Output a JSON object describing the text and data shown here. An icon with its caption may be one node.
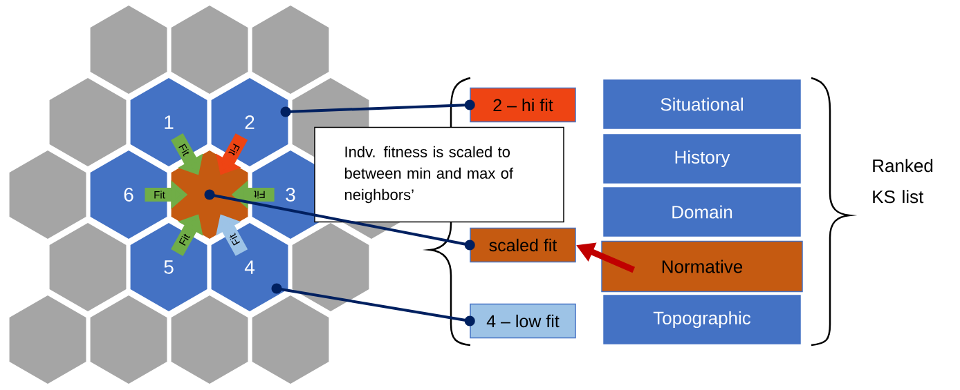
{
  "diagram": {
    "nodes": [
      {
        "text": [],
        "shape": "hexagon"
      },
      {
        "text": [],
        "shape": "hexagon"
      },
      {
        "text": [],
        "shape": "hexagon"
      },
      {
        "text": [],
        "shape": "hexagon"
      },
      {
        "text": [
          "1"
        ]
      },
      {
        "text": [
          "2"
        ]
      },
      {
        "text": [],
        "shape": "hexagon"
      },
      {
        "text": [],
        "shape": "hexagon"
      },
      {
        "text": [
          "6"
        ]
      },
      {
        "text": [],
        "shape": "hexagon"
      },
      {
        "text": [
          "3"
        ]
      },
      {
        "text": [],
        "shape": "hexagon"
      },
      {
        "text": [],
        "shape": "hexagon"
      },
      {
        "text": [
          "5"
        ]
      },
      {
        "text": [
          "4"
        ]
      },
      {
        "text": [],
        "shape": "hexagon"
      },
      {
        "text": [],
        "shape": "hexagon"
      },
      {
        "text": [],
        "shape": "hexagon"
      },
      {
        "text": [],
        "shape": "hexagon"
      },
      {
        "text": [],
        "shape": "hexagon"
      },
      {
        "text": [
          "Indv. fitness is scaled to between min and max of neighbors’"
        ]
      },
      {
        "text": [
          "2 – hi fit"
        ]
      },
      {
        "text": [
          "scaled fit"
        ]
      },
      {
        "text": [
          "4 – low fit"
        ]
      },
      {
        "text": [
          "Situational"
        ]
      },
      {
        "text": [
          "History"
        ]
      },
      {
        "text": [
          "Domain"
        ]
      },
      {
        "text": [
          "Normative"
        ]
      },
      {
        "text": [
          "Topographic"
        ]
      }
    ],
    "edges": [
      {
        "from": 4,
        "to": 9,
        "arrow": "to",
        "label": "Fit"
      },
      {
        "from": 5,
        "to": 9,
        "arrow": "to",
        "label": "Fit",
        "color": "#ee4413"
      },
      {
        "from": 10,
        "to": 9,
        "arrow": "to",
        "label": "Fit"
      },
      {
        "from": 14,
        "to": 9,
        "arrow": "to",
        "label": "Fit",
        "color": "#9dc3e6"
      },
      {
        "from": 13,
        "to": 9,
        "arrow": "to",
        "label": "Fit"
      },
      {
        "from": 8,
        "to": 9,
        "arrow": "to",
        "label": "Fit"
      },
      {
        "from": 5,
        "to": 21,
        "arrow": "other",
        "color": "#002060"
      },
      {
        "from": 9,
        "to": 22,
        "arrow": "other",
        "color": "#002060"
      },
      {
        "from": 14,
        "to": 23,
        "arrow": "other",
        "color": "#002060"
      },
      {
        "from": 27,
        "to": 22,
        "arrow": "to",
        "color": "#c00000"
      }
    ],
    "labels": [
      "Ranked KS list"
    ]
  }
}
